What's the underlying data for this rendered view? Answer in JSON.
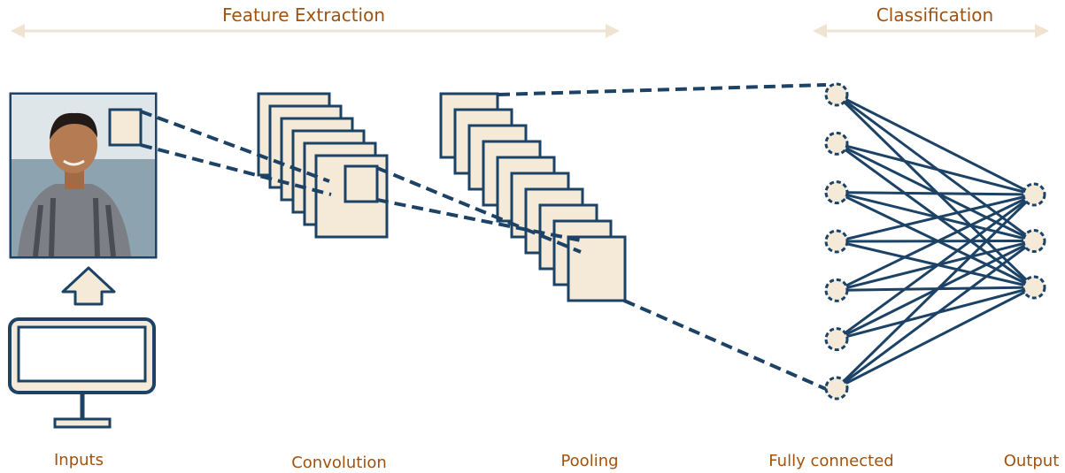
{
  "headers": {
    "feature_extraction": "Feature Extraction",
    "classification": "Classification"
  },
  "labels": {
    "inputs": "Inputs",
    "convolution": "Convolution",
    "pooling": "Pooling",
    "fully_connected": "Fully connected",
    "output": "Output"
  },
  "network": {
    "fully_connected_nodes": 7,
    "output_nodes": 3,
    "convolution_maps": 6,
    "pooling_maps": 10
  },
  "colors": {
    "stroke": "#1c4266",
    "fill": "#f5e9d7",
    "text": "#a0520e",
    "arrow": "#f0e3cf"
  }
}
